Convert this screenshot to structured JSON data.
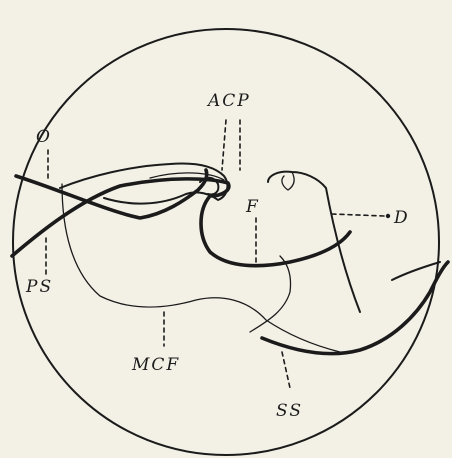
{
  "colors": {
    "paper": "#f3f1e6",
    "ink": "#1b1b1b"
  },
  "labels": {
    "acp": "ACP",
    "o": "O",
    "f": "F",
    "d": "D",
    "ps": "PS",
    "mcf": "MCF",
    "ss": "SS"
  }
}
